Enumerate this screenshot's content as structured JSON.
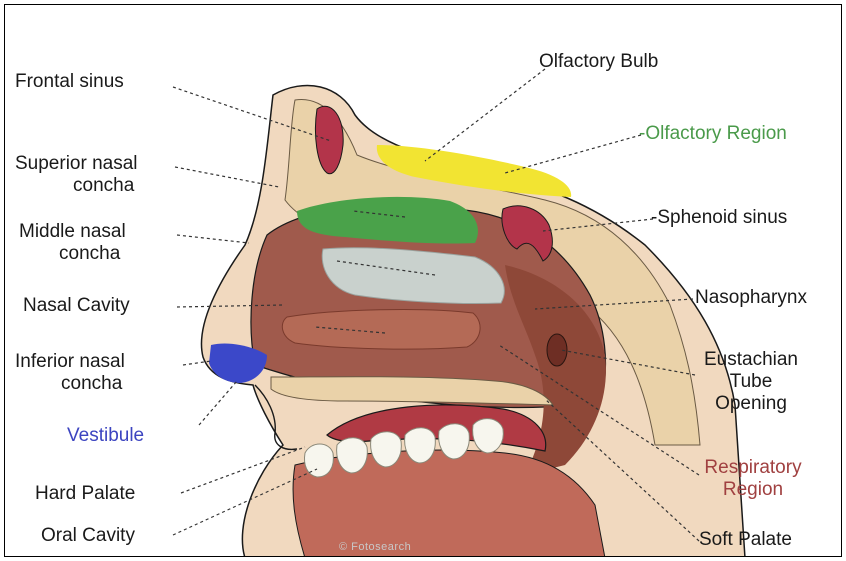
{
  "colors": {
    "outline": "#1a1a1a",
    "leader": "#333333",
    "skin": "#f1d9bf",
    "bone": "#ead2a9",
    "flesh": "#a05a4c",
    "cavity_dark": "#8e4838",
    "sinus": "#b3344a",
    "olfactory_bulb": "#f2e432",
    "olfactory_region": "#4aa24a",
    "vestibule": "#3b48c9",
    "concha": "#c9d1cd",
    "teeth": "#f7f6ee",
    "olfactory_label": "#4a9a4a",
    "vestibule_label": "#3c44c0",
    "respiratory_label": "#a04040"
  },
  "labels": {
    "frontal_sinus": "Frontal sinus",
    "superior_concha": [
      "Superior nasal",
      "concha"
    ],
    "middle_concha": [
      "Middle nasal",
      "concha"
    ],
    "nasal_cavity": "Nasal Cavity",
    "inferior_concha": [
      "Inferior nasal",
      "concha"
    ],
    "vestibule": "Vestibule",
    "hard_palate": "Hard Palate",
    "oral_cavity": "Oral Cavity",
    "olfactory_bulb": "Olfactory Bulb",
    "olfactory_region": "-Olfactory Region",
    "sphenoid_sinus": "-Sphenoid sinus",
    "nasopharynx": "Nasopharynx",
    "eustachian": [
      "Eustachian",
      "Tube",
      "Opening"
    ],
    "respiratory_region": [
      "Respiratory",
      "Region"
    ],
    "soft_palate": "Soft Palate"
  },
  "watermark": "© Fotosearch"
}
